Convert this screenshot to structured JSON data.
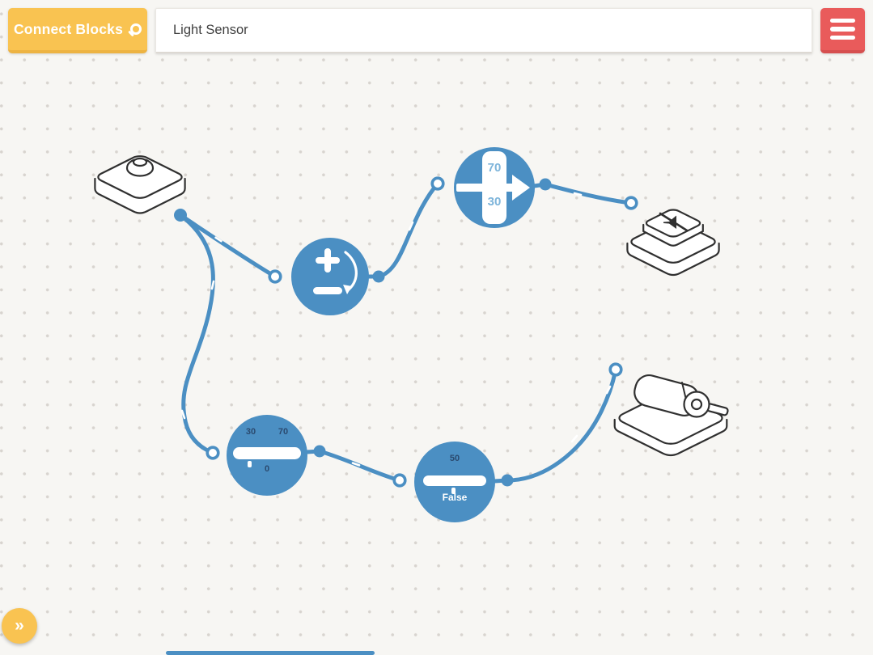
{
  "header": {
    "connect_button": {
      "label": "Connect Blocks",
      "icon": "search-icon"
    },
    "title_bar": {
      "value": "Light Sensor"
    },
    "menu_button": {
      "icon": "hamburger-menu-icon"
    }
  },
  "canvas": {
    "nodes": {
      "invert": {
        "icons": [
          "plus-icon",
          "minus-icon",
          "rotate-arrow-icon"
        ]
      },
      "threshold_top": {
        "high": "70",
        "low": "30",
        "icon": "right-arrow-icon"
      },
      "interval": {
        "min": "30",
        "max": "70",
        "value": "0"
      },
      "threshold_bottom": {
        "threshold": "50",
        "state": "False"
      }
    },
    "devices": {
      "light_sensor": "light-sensor-device",
      "buzzer": "buzzer-device",
      "motor": "motor-device"
    }
  },
  "footer": {
    "expand_button": {
      "glyph": "»",
      "icon": "chevrons-right-icon"
    }
  },
  "colors": {
    "blue": "#4b8fc3",
    "yellow": "#f9c351",
    "red": "#e95b5b",
    "navy": "#2b4a6f",
    "light_blue": "#7db4da",
    "ink": "#303030"
  }
}
